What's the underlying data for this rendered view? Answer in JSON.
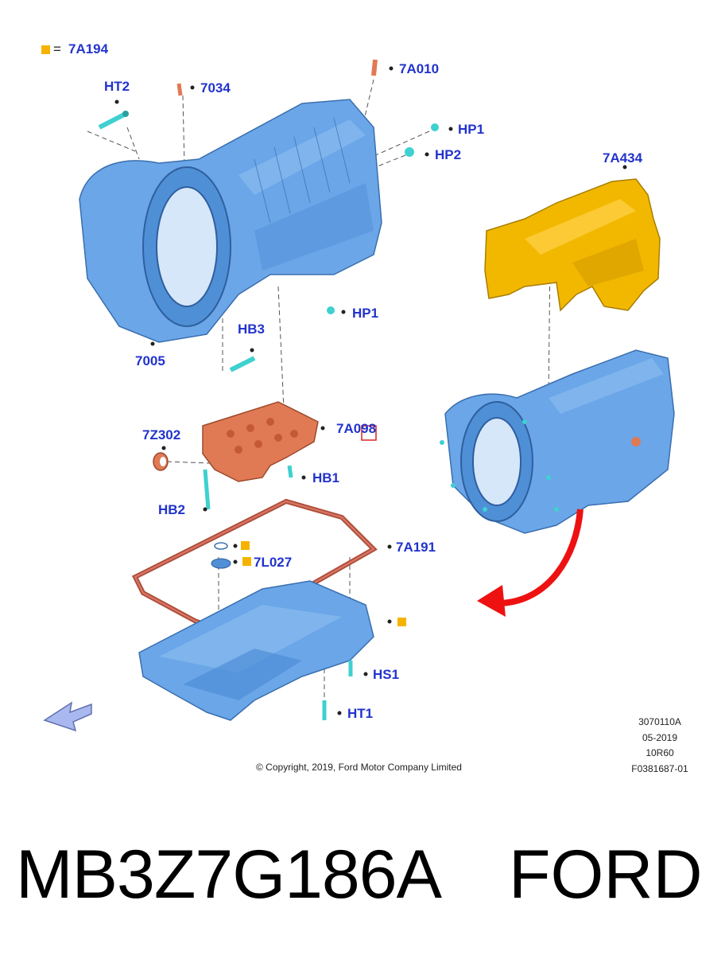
{
  "legend": {
    "symbol_color": "#f5b300",
    "equals": "=",
    "code": "7A194"
  },
  "callouts": {
    "ht2": "HT2",
    "p7034": "7034",
    "p7a010": "7A010",
    "hp1_top": "HP1",
    "hp2": "HP2",
    "p7a434": "7A434",
    "hp1_mid": "HP1",
    "hb3": "HB3",
    "p7005": "7005",
    "p7z302": "7Z302",
    "p7a098": "7A098",
    "hb1": "HB1",
    "hb2": "HB2",
    "p7a191": "7A191",
    "p7l027": "7L027",
    "hs1": "HS1",
    "ht1": "HT1"
  },
  "colors": {
    "housing": "#6aa6e8",
    "shield": "#f2b800",
    "valve_body": "#e07a55",
    "gasket": "#b0503a",
    "bolt": "#3fd0d0",
    "label": "#2233cc",
    "arrow": "#ee1111"
  },
  "meta": {
    "illustration_no": "3070110A",
    "date": "05-2019",
    "model": "10R60",
    "ref": "F0381687-01"
  },
  "copyright": "© Copyright, 2019, Ford Motor Company Limited",
  "caption": {
    "part_number": "MB3Z7G186A",
    "brand": "FORD"
  }
}
